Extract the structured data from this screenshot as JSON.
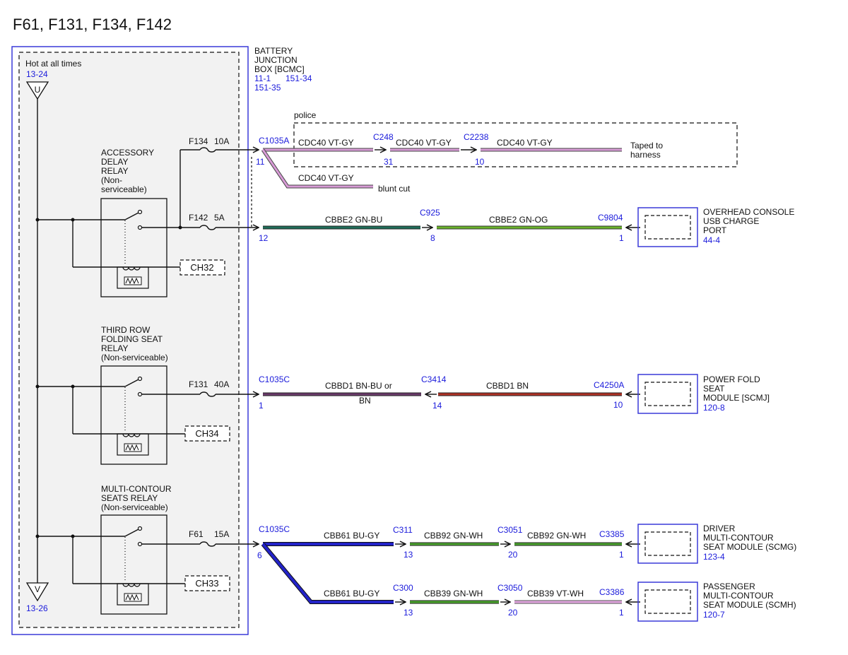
{
  "title": "F61, F131, F134, F142",
  "bjb": {
    "label_lines": [
      "BATTERY",
      "JUNCTION",
      "BOX [BCMC]"
    ],
    "refs": [
      "11-1",
      "151-34",
      "151-35"
    ],
    "hot_label": "Hot at all times",
    "top_ref": "13-24",
    "top_tag": "U",
    "bottom_tag": "V",
    "bottom_ref": "13-26"
  },
  "relays": [
    {
      "label_lines": [
        "ACCESSORY",
        "DELAY",
        "RELAY",
        "(Non-",
        "serviceable)"
      ],
      "ch": "CH32"
    },
    {
      "label_lines": [
        "THIRD ROW",
        "FOLDING SEAT",
        "RELAY",
        "(Non-serviceable)"
      ],
      "ch": "CH34"
    },
    {
      "label_lines": [
        "MULTI-CONTOUR",
        "SEATS RELAY",
        "(Non-serviceable)"
      ],
      "ch": "CH33"
    }
  ],
  "fuses": [
    {
      "name": "F134",
      "rating": "10A"
    },
    {
      "name": "F142",
      "rating": "5A"
    },
    {
      "name": "F131",
      "rating": "40A"
    },
    {
      "name": "F61",
      "rating": "15A"
    }
  ],
  "police_label": "police",
  "connectors": {
    "c1035a": {
      "name": "C1035A",
      "pin": "11",
      "pin2": "12"
    },
    "c1035c_1": {
      "name": "C1035C",
      "pin": "1"
    },
    "c1035c_6": {
      "name": "C1035C",
      "pin": "6"
    },
    "c248": {
      "name": "C248",
      "pin": "31"
    },
    "c2238": {
      "name": "C2238",
      "pin": "10"
    },
    "c925": {
      "name": "C925",
      "pin": "8"
    },
    "c9804": {
      "name": "C9804",
      "pin": "1"
    },
    "c3414": {
      "name": "C3414",
      "pin": "14"
    },
    "c4250a": {
      "name": "C4250A",
      "pin": "10"
    },
    "c311": {
      "name": "C311",
      "pin": "13"
    },
    "c3051": {
      "name": "C3051",
      "pin": "20"
    },
    "c3385": {
      "name": "C3385",
      "pin": "1"
    },
    "c300": {
      "name": "C300",
      "pin": "13"
    },
    "c3050": {
      "name": "C3050",
      "pin": "20"
    },
    "c3386": {
      "name": "C3386",
      "pin": "1"
    }
  },
  "wires": {
    "cdc40_a": "CDC40    VT-GY",
    "cdc40_b": "CDC40    VT-GY",
    "cdc40_c": "CDC40    VT-GY",
    "cdc40_d": "CDC40    VT-GY",
    "taped_lines": [
      "Taped to",
      "harness"
    ],
    "blunt_cut": "blunt cut",
    "cbbe2_a": "CBBE2    GN-BU",
    "cbbe2_b": "CBBE2    GN-OG",
    "cbbd1_a": "CBBD1    BN-BU  or",
    "cbbd1_a2": "BN",
    "cbbd1_b": "CBBD1    BN",
    "cbb61_a": "CBB61    BU-GY",
    "cbb92_a": "CBB92    GN-WH",
    "cbb92_b": "CBB92    GN-WH",
    "cbb61_b": "CBB61    BU-GY",
    "cbb39_a": "CBB39    GN-WH",
    "cbb39_b": "CBB39    VT-WH"
  },
  "modules": [
    {
      "label_lines": [
        "OVERHEAD CONSOLE",
        "USB CHARGE",
        "PORT"
      ],
      "ref": "44-4"
    },
    {
      "label_lines": [
        "POWER FOLD",
        "SEAT",
        "MODULE [SCMJ]"
      ],
      "ref": "120-8"
    },
    {
      "label_lines": [
        "DRIVER",
        "MULTI-CONTOUR",
        "SEAT MODULE (SCMG)"
      ],
      "ref": "123-4"
    },
    {
      "label_lines": [
        "PASSENGER",
        "MULTI-CONTOUR",
        "SEAT MODULE (SCMH)"
      ],
      "ref": "120-7"
    }
  ],
  "colors": {
    "vt_gy": "#d89bd6",
    "gn_bu": "#1f6e5a",
    "gn_og": "#69b32a",
    "bn_bu": "#6a3a6a",
    "bn": "#b03225",
    "bu_gy": "#2323c8",
    "gn_wh": "#4aa32e",
    "vt_wh": "#e2a6e0",
    "label_blue": "#1a1adb"
  }
}
